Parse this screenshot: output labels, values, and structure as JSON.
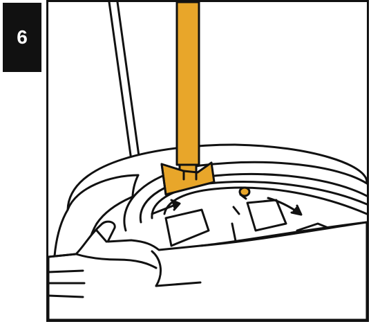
{
  "step": {
    "number": "6"
  },
  "colors": {
    "line": "#111111",
    "tool": "#E8A62A",
    "tool_dark": "#C07F12",
    "background": "#FFFFFF"
  },
  "illustration": {
    "subject": "tire-mounting-machine",
    "elements": [
      "mount-demount-bar",
      "tire",
      "rim",
      "rim-spokes",
      "valve-stem",
      "rotation-arrows",
      "hand",
      "arm"
    ]
  }
}
